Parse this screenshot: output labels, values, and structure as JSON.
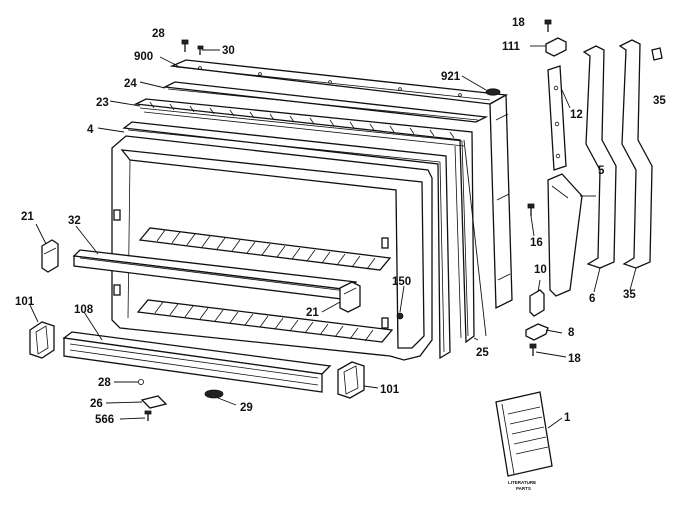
{
  "callouts": [
    {
      "id": "c28top",
      "text": "28"
    },
    {
      "id": "c30",
      "text": "30"
    },
    {
      "id": "c900",
      "text": "900"
    },
    {
      "id": "c24",
      "text": "24"
    },
    {
      "id": "c23",
      "text": "23"
    },
    {
      "id": "c4",
      "text": "4"
    },
    {
      "id": "c921",
      "text": "921"
    },
    {
      "id": "c18top",
      "text": "18"
    },
    {
      "id": "c111",
      "text": "111"
    },
    {
      "id": "c12",
      "text": "12"
    },
    {
      "id": "c35top",
      "text": "35"
    },
    {
      "id": "c5",
      "text": "5"
    },
    {
      "id": "c16",
      "text": "16"
    },
    {
      "id": "c10",
      "text": "10"
    },
    {
      "id": "c6",
      "text": "6"
    },
    {
      "id": "c35bot",
      "text": "35"
    },
    {
      "id": "c8",
      "text": "8"
    },
    {
      "id": "c18bot",
      "text": "18"
    },
    {
      "id": "c21left",
      "text": "21"
    },
    {
      "id": "c32",
      "text": "32"
    },
    {
      "id": "c150",
      "text": "150"
    },
    {
      "id": "c21mid",
      "text": "21"
    },
    {
      "id": "c25",
      "text": "25"
    },
    {
      "id": "c101left",
      "text": "101"
    },
    {
      "id": "c108",
      "text": "108"
    },
    {
      "id": "c28bot",
      "text": "28"
    },
    {
      "id": "c26",
      "text": "26"
    },
    {
      "id": "c566",
      "text": "566"
    },
    {
      "id": "c29",
      "text": "29"
    },
    {
      "id": "c101right",
      "text": "101"
    },
    {
      "id": "c1",
      "text": "1"
    }
  ],
  "literature": {
    "line1": "LITERATURE",
    "line2": "PARTS"
  }
}
